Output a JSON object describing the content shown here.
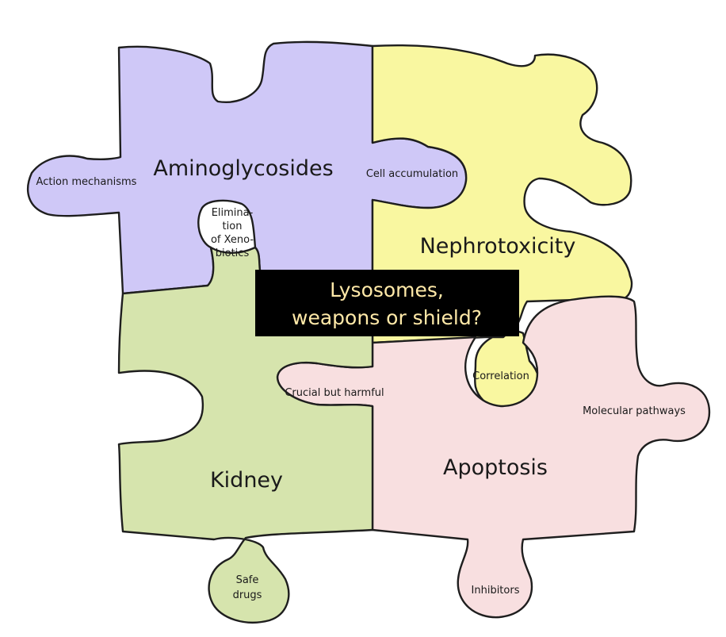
{
  "colors": {
    "aminoglycosides": "#cfc8f7",
    "nephrotoxicity": "#f9f7a0",
    "kidney": "#d6e4ad",
    "apoptosis": "#f8dfe0",
    "center_box": "#000000",
    "center_text": "#ffe9a8"
  },
  "center_box": {
    "line1": "Lysosomes,",
    "line2": "weapons or shield?"
  },
  "pieces": {
    "aminoglycosides": {
      "title": "Aminoglycosides",
      "tab_left": "Action mechanisms",
      "tab_right": "Cell accumulation",
      "tab_bottom": [
        "Elimina-",
        "tion",
        "of Xeno-",
        "biotics"
      ]
    },
    "nephrotoxicity": {
      "title": "Nephrotoxicity",
      "tab_bottom": "Correlation"
    },
    "kidney": {
      "title": "Kidney",
      "tab_bottom": [
        "Safe",
        "drugs"
      ]
    },
    "apoptosis": {
      "title": "Apoptosis",
      "tab_left": "Crucial but harmful",
      "tab_right": "Molecular pathways",
      "tab_bottom": "Inhibitors"
    }
  }
}
